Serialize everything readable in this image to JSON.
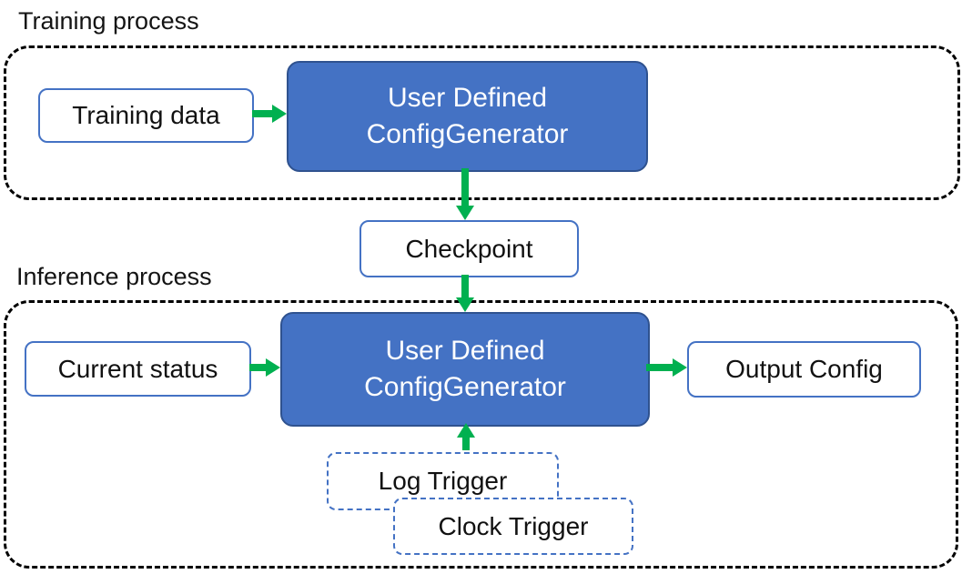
{
  "diagram": {
    "labels": {
      "training": "Training process",
      "inference": "Inference process"
    },
    "training": {
      "input": "Training data",
      "generator": {
        "line1": "User Defined",
        "line2": "ConfigGenerator"
      }
    },
    "checkpoint": {
      "label": "Checkpoint"
    },
    "inference": {
      "input": "Current status",
      "generator": {
        "line1": "User Defined",
        "line2": "ConfigGenerator"
      },
      "output": "Output Config",
      "triggers": [
        {
          "label": "Log Trigger"
        },
        {
          "label": "Clock Trigger"
        }
      ]
    },
    "colors": {
      "generator_fill": "#4472C4",
      "generator_border": "#2F528F",
      "box_border": "#4472C4",
      "trigger_border": "#4472C4",
      "container_border": "#000000",
      "arrow_green": "#00B050"
    }
  }
}
